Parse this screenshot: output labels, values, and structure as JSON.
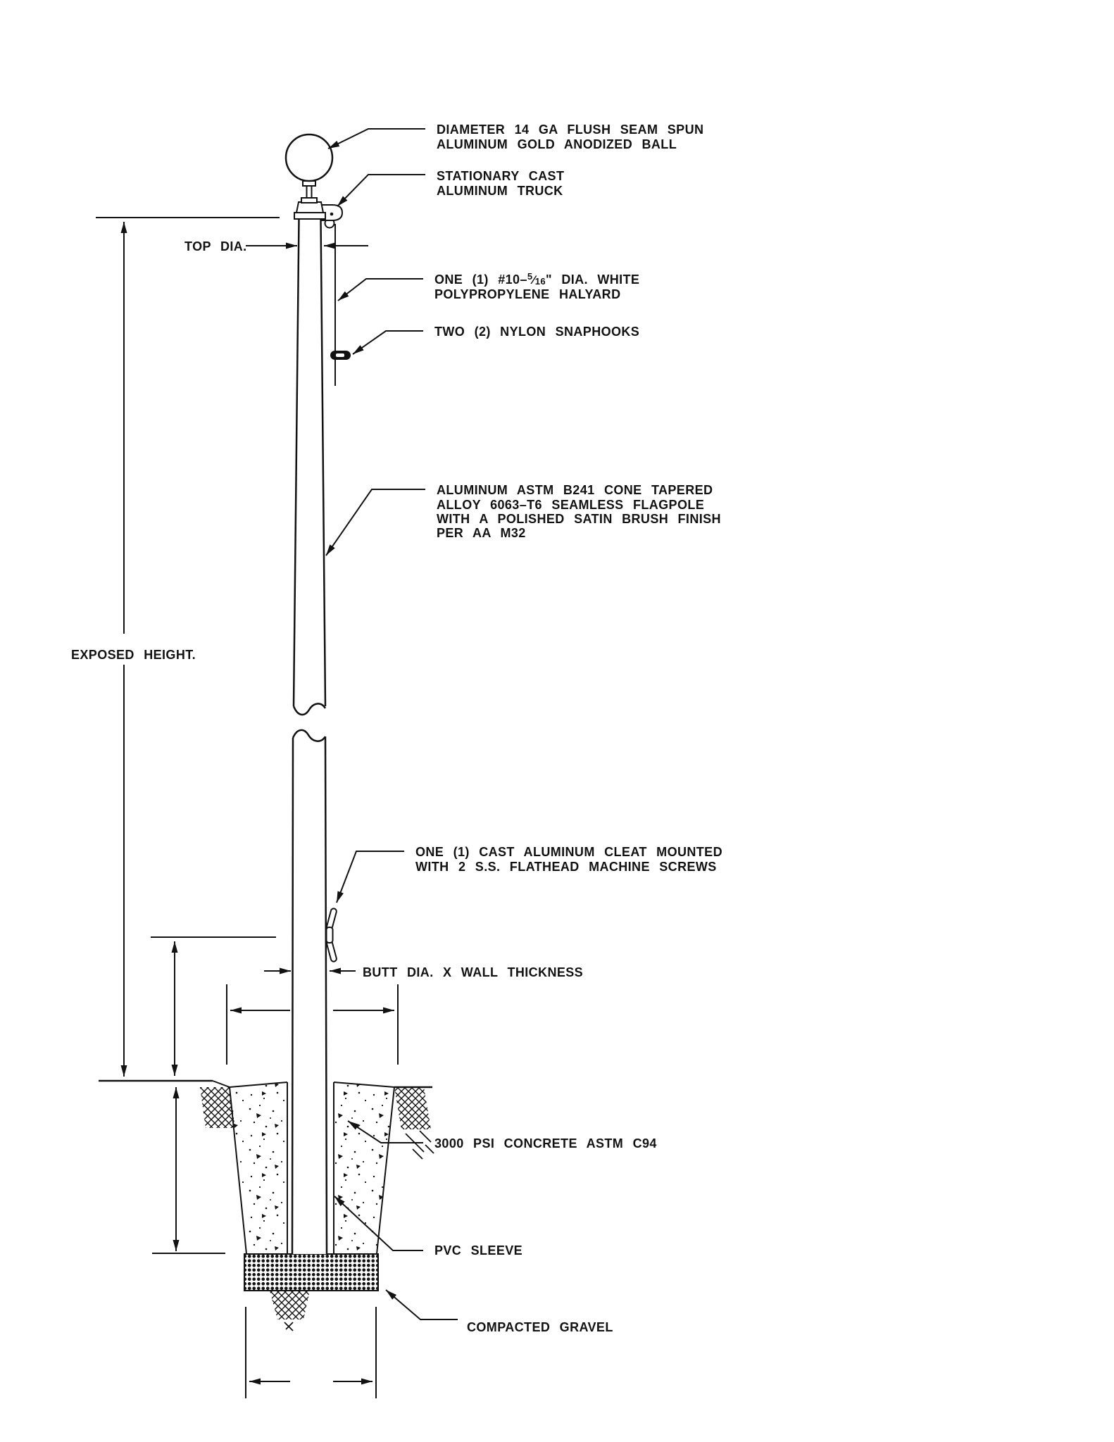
{
  "labels": {
    "ball": {
      "l1": "DIAMETER 14 GA FLUSH SEAM SPUN",
      "l2": "ALUMINUM GOLD ANODIZED BALL"
    },
    "truck": {
      "l1": "STATIONARY CAST",
      "l2": "ALUMINUM TRUCK"
    },
    "halyard": {
      "pre": "ONE (1) #10–",
      "num": "5",
      "slash": "⁄",
      "den": "16",
      "post": "\" DIA. WHITE",
      "l2": "POLYPROPYLENE HALYARD"
    },
    "snaphooks": {
      "l1": "TWO (2) NYLON SNAPHOOKS"
    },
    "flagpole": {
      "l1": "ALUMINUM ASTM B241 CONE TAPERED",
      "l2": "ALLOY 6063–T6 SEAMLESS FLAGPOLE",
      "l3": "WITH A POLISHED SATIN BRUSH FINISH",
      "l4": "PER AA M32"
    },
    "cleat": {
      "l1": "ONE (1) CAST ALUMINUM CLEAT MOUNTED",
      "l2": "WITH 2 S.S. FLATHEAD MACHINE SCREWS"
    },
    "dimensions": {
      "top_dia": "TOP DIA.",
      "exposed_height": "EXPOSED HEIGHT.",
      "butt_dia": "BUTT DIA. X WALL THICKNESS"
    },
    "foundation": {
      "concrete": "3000 PSI CONCRETE ASTM C94",
      "pvc_sleeve": "PVC SLEEVE",
      "gravel": "COMPACTED GRAVEL"
    }
  },
  "colors": {
    "ink": "#121212",
    "paper": "#ffffff"
  }
}
